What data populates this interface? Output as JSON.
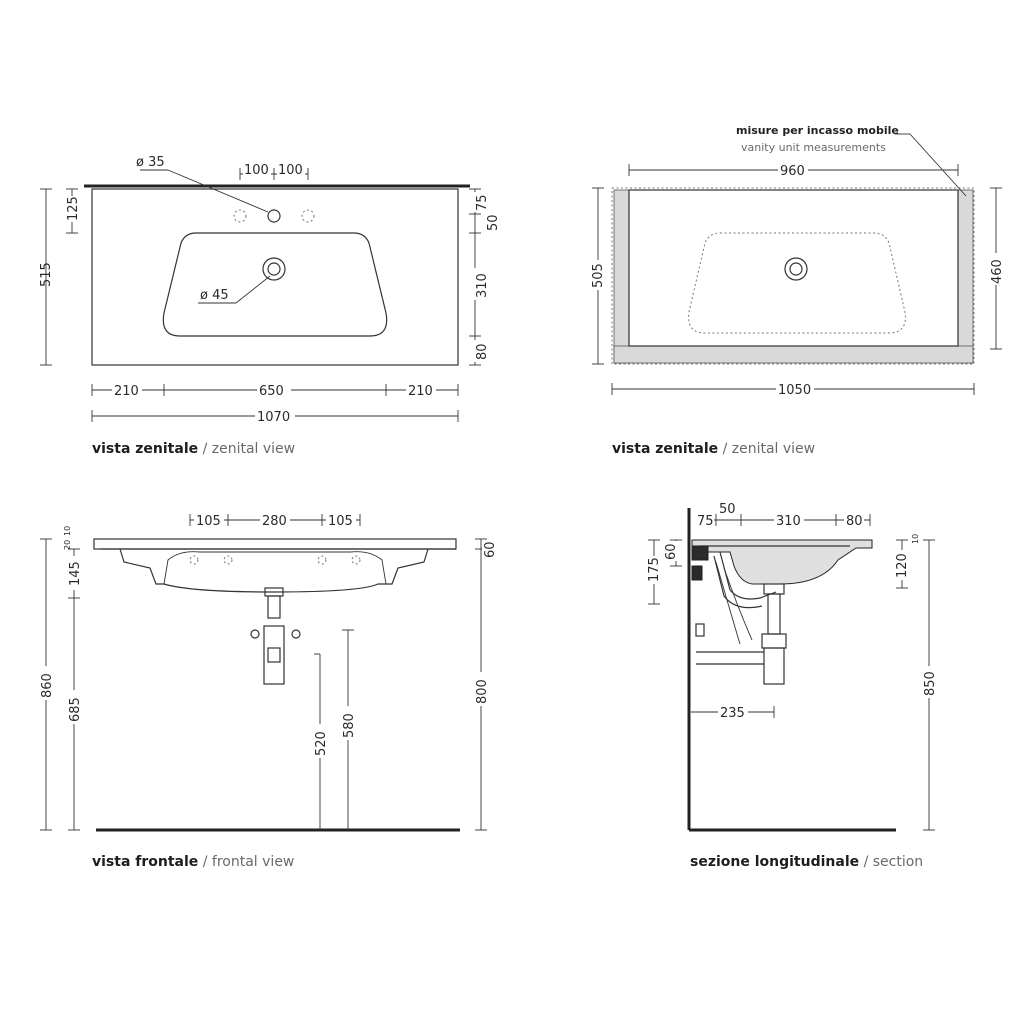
{
  "views": {
    "top_left": {
      "caption_bold": "vista zenitale",
      "caption_sep": " / ",
      "caption_normal": "zenital view",
      "dims": {
        "hole_dia": "ø 35",
        "drain_dia": "ø 45",
        "tap_a": "100",
        "tap_b": "100",
        "depth_total": "515",
        "back_edge": "125",
        "r75": "75",
        "r50": "50",
        "r310": "310",
        "r80": "80",
        "w210_left": "210",
        "w650": "650",
        "w210_right": "210",
        "w1070": "1070"
      }
    },
    "top_right": {
      "caption_bold": "vista zenitale",
      "caption_sep": " / ",
      "caption_normal": "zenital view",
      "note_bold": "misure per incasso mobile",
      "note_normal": "vanity unit measurements",
      "dims": {
        "w960": "960",
        "w1050": "1050",
        "h505": "505",
        "h460": "460"
      }
    },
    "bottom_left": {
      "caption_bold": "vista frontale",
      "caption_sep": " / ",
      "caption_normal": "frontal view",
      "dims": {
        "t105_left": "105",
        "t280": "280",
        "t105_right": "105",
        "s20": "20",
        "s10": "10",
        "r60": "60",
        "h145": "145",
        "h860": "860",
        "h685": "685",
        "h520": "520",
        "h580": "580",
        "h800": "800"
      }
    },
    "bottom_right": {
      "caption_bold": "sezione longitudinale",
      "caption_sep": " / ",
      "caption_normal": "section",
      "dims": {
        "t75": "75",
        "t50": "50",
        "t310": "310",
        "t80": "80",
        "h60": "60",
        "h175": "175",
        "h120": "120",
        "s10": "10",
        "h850": "850",
        "w235": "235"
      }
    }
  }
}
